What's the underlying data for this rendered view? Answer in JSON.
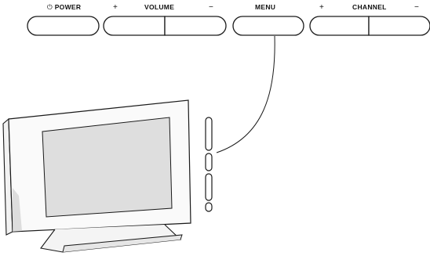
{
  "buttons": {
    "power": {
      "label": "POWER",
      "icon": "power-icon"
    },
    "volume": {
      "label": "VOLUME",
      "plus": "+",
      "minus": "−"
    },
    "menu": {
      "label": "MENU"
    },
    "channel": {
      "label": "CHANNEL",
      "plus": "+",
      "minus": "−"
    }
  },
  "colors": {
    "outline": "#1a1a1a",
    "screen_gray": "#dedede",
    "shadow_gray": "#c9c9c9"
  }
}
